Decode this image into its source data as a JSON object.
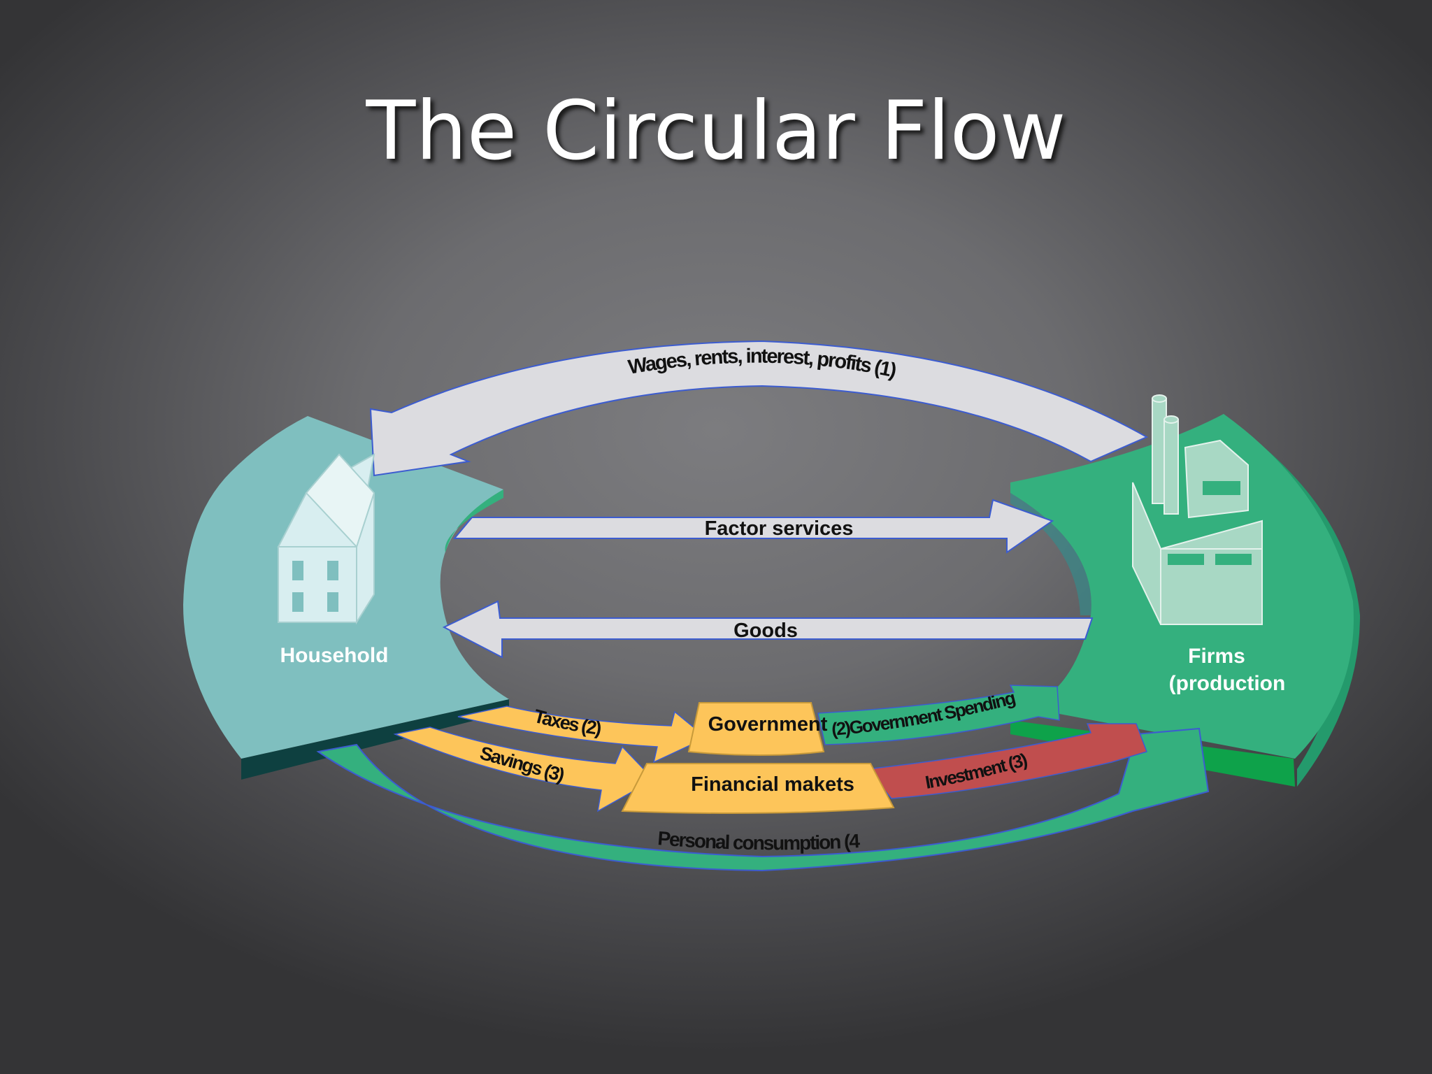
{
  "title": "The Circular Flow",
  "nodes": {
    "household": "Household",
    "firms_line1": "Firms",
    "firms_line2": "(production",
    "government": "Government",
    "financial_markets": "Financial makets"
  },
  "flows": {
    "wages": "Wages, rents, interest, profits (1)",
    "factor_services": "Factor services",
    "goods": "Goods",
    "taxes": "Taxes (2)",
    "savings": "Savings (3)",
    "gov_spending": "(2)Government Spending",
    "investment": "Investment (3)",
    "consumption": "Personal consumption (4)"
  },
  "colors": {
    "household": "#7fbfbf",
    "firms": "#34b07e",
    "flow_arrow": "#dcdce0",
    "taxes_savings": "#fdc55a",
    "investment": "#c04e4e",
    "consumption": "#34b07e"
  }
}
